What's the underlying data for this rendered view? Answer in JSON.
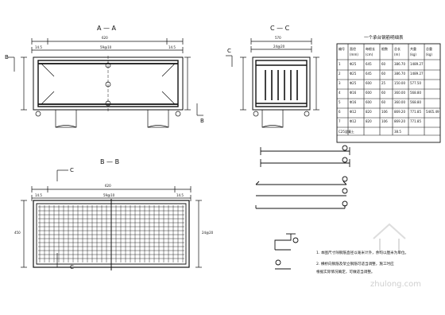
{
  "views": {
    "aa_title": "A — A",
    "cc_title": "C — C",
    "bb_title": "B — B",
    "section_b": "B",
    "section_c": "C",
    "aa_overall": "620",
    "aa_left": "14.5",
    "aa_center": "59@10",
    "aa_right": "14.5",
    "cc_overall": "570",
    "cc_center": "24@20",
    "bb_overall": "620",
    "bb_left": "14.5",
    "bb_center": "59@10",
    "bb_right": "14.5",
    "bb_height_left": "450",
    "bb_height_right": "24@20"
  },
  "table": {
    "title": "一个承台钢筋明细表",
    "columns": [
      "编号",
      "直径",
      "每根长",
      "根数",
      "总长",
      "共重",
      "总重"
    ],
    "units": [
      "",
      "(mm)",
      "(cm)",
      "",
      "(m)",
      "(kg)",
      "(kg)"
    ],
    "rows": [
      [
        "1",
        "Φ25",
        "645",
        "60",
        "386.70",
        "1489.27",
        ""
      ],
      [
        "2",
        "Φ25",
        "645",
        "60",
        "386.70",
        "1489.27",
        ""
      ],
      [
        "3",
        "Φ25",
        "600",
        "25",
        "150.00",
        "577.50",
        ""
      ],
      [
        "4",
        "Φ16",
        "600",
        "60",
        "360.00",
        "568.80",
        ""
      ],
      [
        "5",
        "Φ16",
        "600",
        "60",
        "360.00",
        "568.80",
        ""
      ],
      [
        "6",
        "Φ12",
        "820",
        "106",
        "869.20",
        "771.85",
        "5465.49"
      ],
      [
        "7",
        "Φ12",
        "820",
        "106",
        "869.20",
        "771.85",
        ""
      ]
    ],
    "total_label": "C25混凝土",
    "total_value": "38.5"
  },
  "notes": {
    "line1": "1. 本图尺寸除钢筋直径以毫米计外，余均以厘米为单位。",
    "line2": "2. 横桥向钢筋及架立钢筋可适当调整，施工时应",
    "line3": "   根据实际情况确定，可做适当调整。"
  },
  "watermark": "zhulong.com"
}
